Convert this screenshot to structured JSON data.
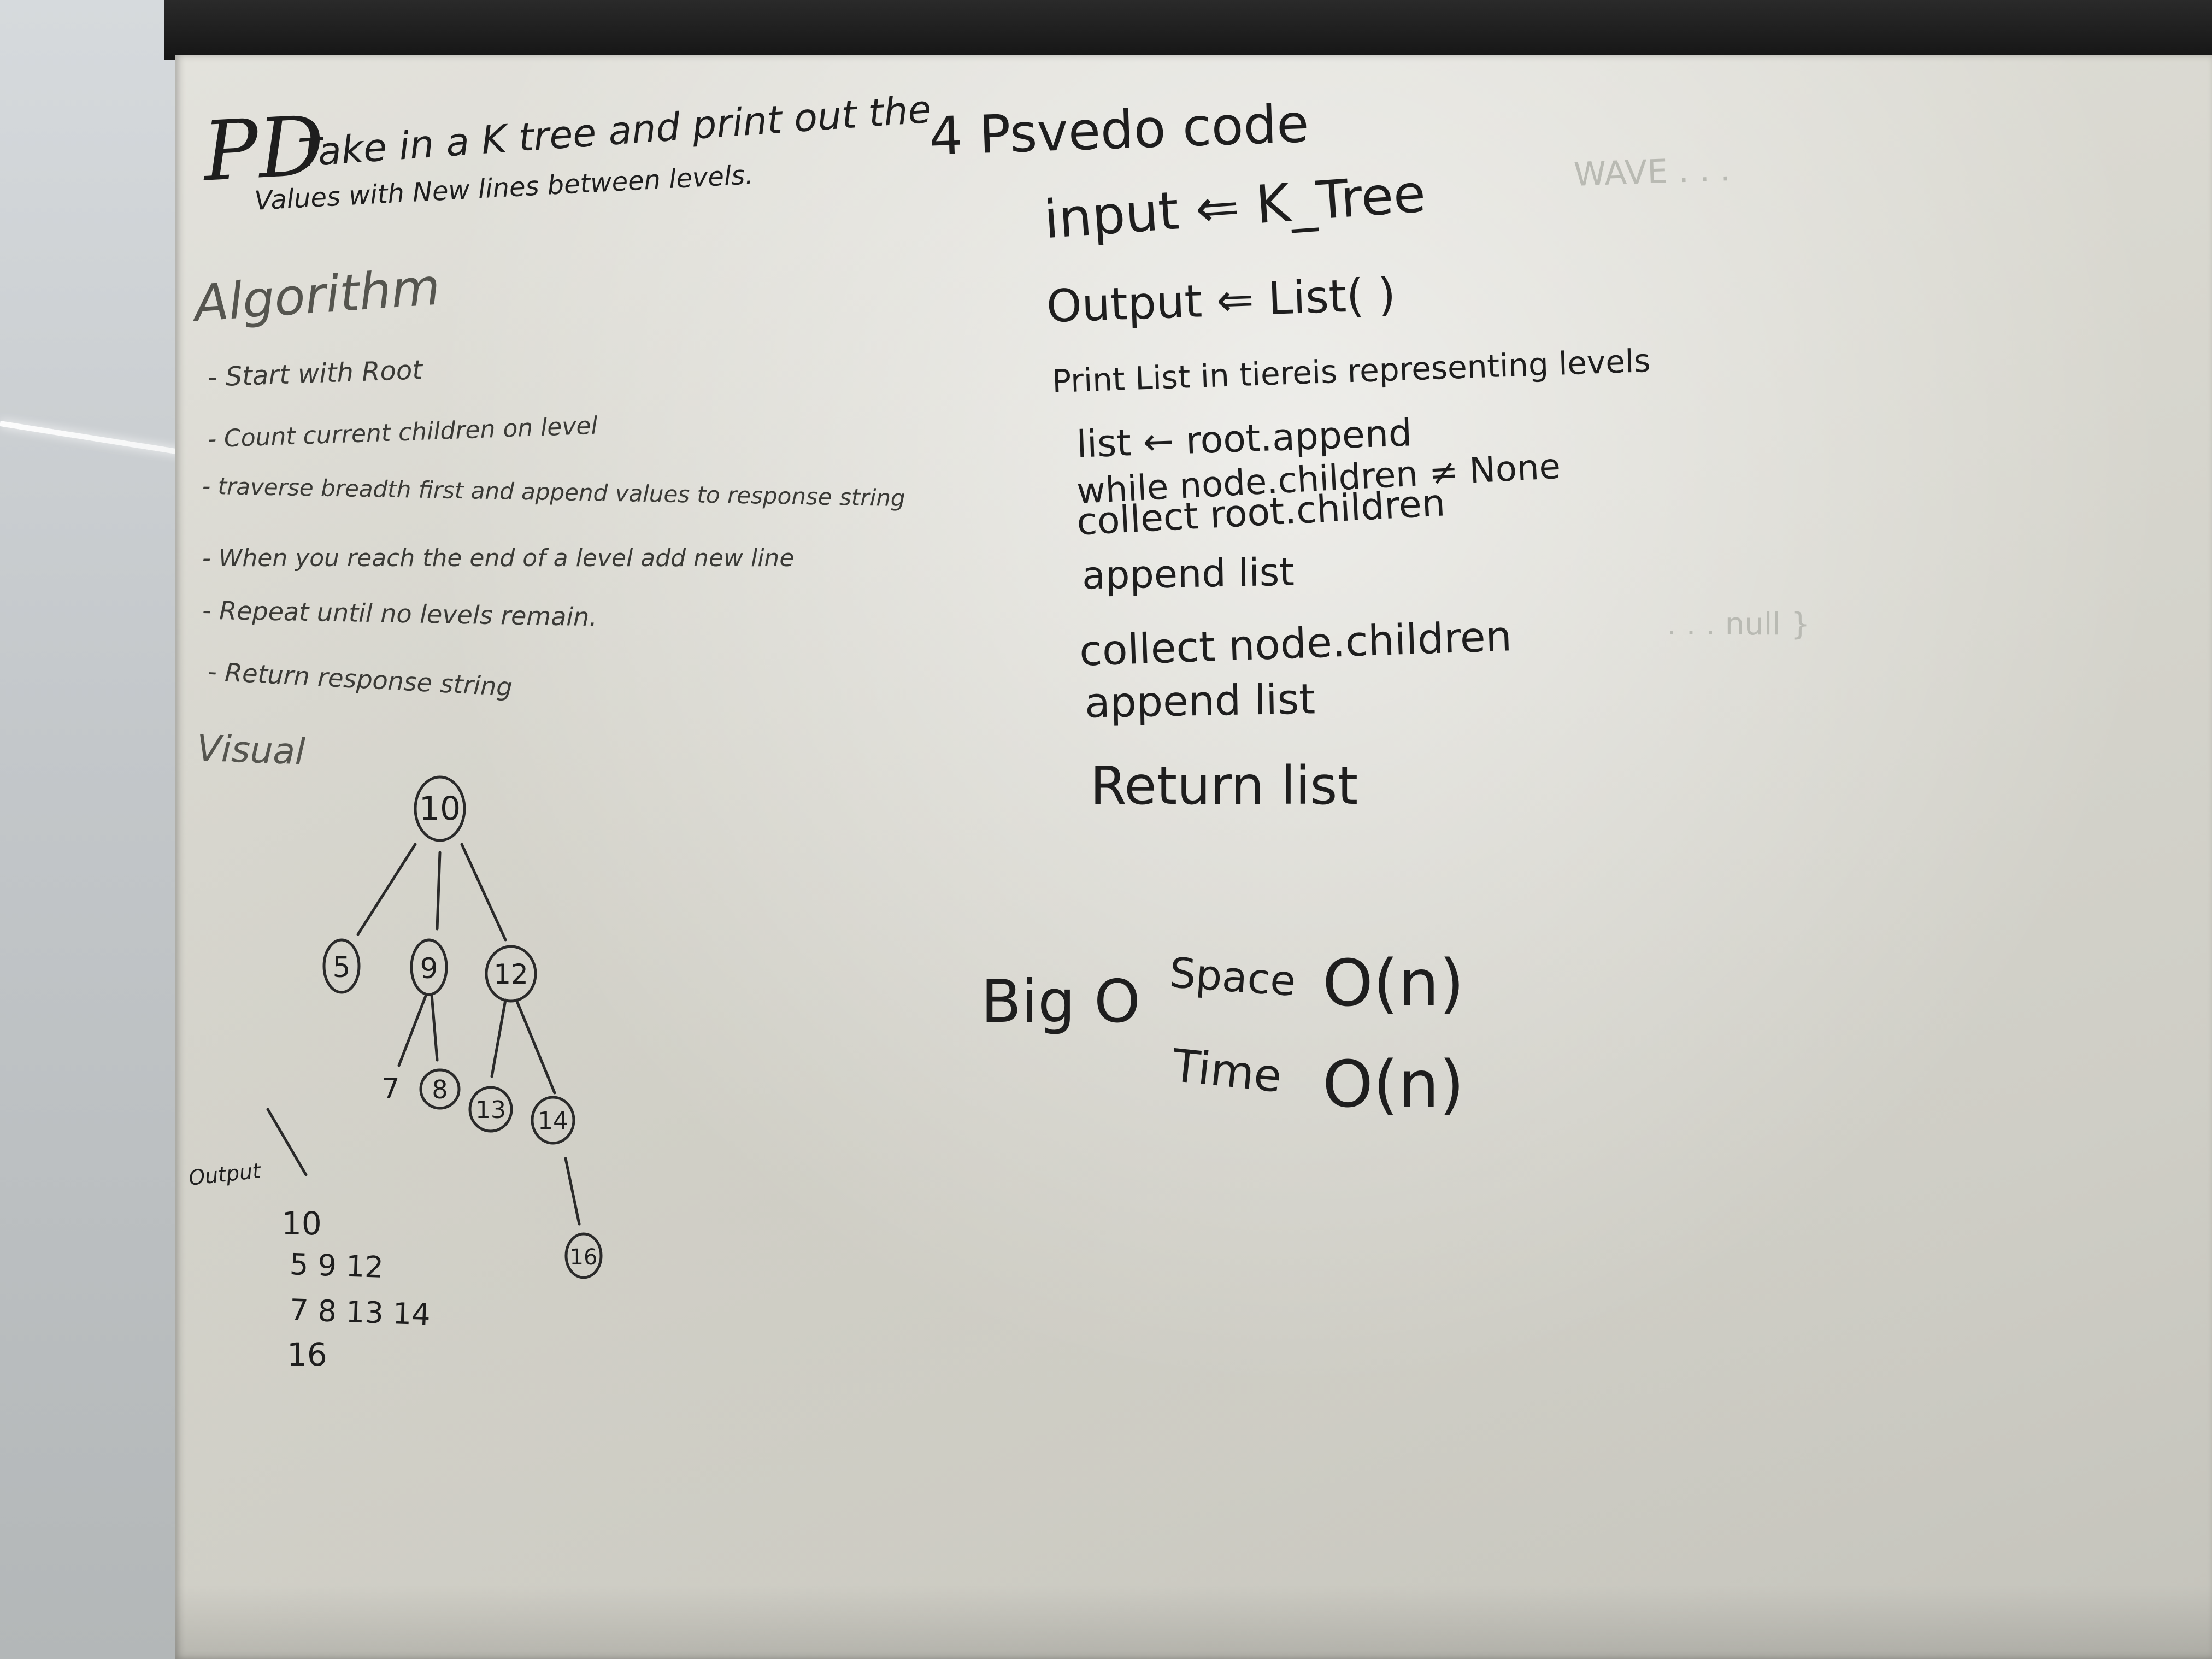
{
  "problem": {
    "heading": "PD",
    "line1": "Take in a K tree and print out the",
    "line2": "Values with New lines between levels."
  },
  "algorithm": {
    "heading": "Algorithm",
    "steps": [
      "- Start with Root",
      "- Count current children on level",
      "- traverse breadth first and append values to response string",
      "- When you reach the end of a level add new line",
      "- Repeat until no levels remain.",
      "- Return response string"
    ]
  },
  "visual": {
    "heading": "Visual",
    "nodes": [
      "10",
      "5",
      "9",
      "12",
      "7",
      "8",
      "13",
      "14",
      "16"
    ],
    "output_label": "Output",
    "output_lines": [
      "10",
      "5 9 12",
      "7 8 13 14",
      "16"
    ]
  },
  "pseudocode": {
    "heading": "4 Psvedo code",
    "lines": [
      "input ⇐ K_Tree",
      "Output ⇐ List( )",
      "Print List in tiereis representing levels",
      "list ← root.append",
      "while node.children ≠ None",
      "collect root.children",
      "append list",
      "collect node.children",
      "append list",
      "Return list"
    ]
  },
  "big_o": {
    "heading": "Big O",
    "space_label": "Space",
    "space_value": "O(n)",
    "time_label": "Time",
    "time_value": "O(n)"
  }
}
